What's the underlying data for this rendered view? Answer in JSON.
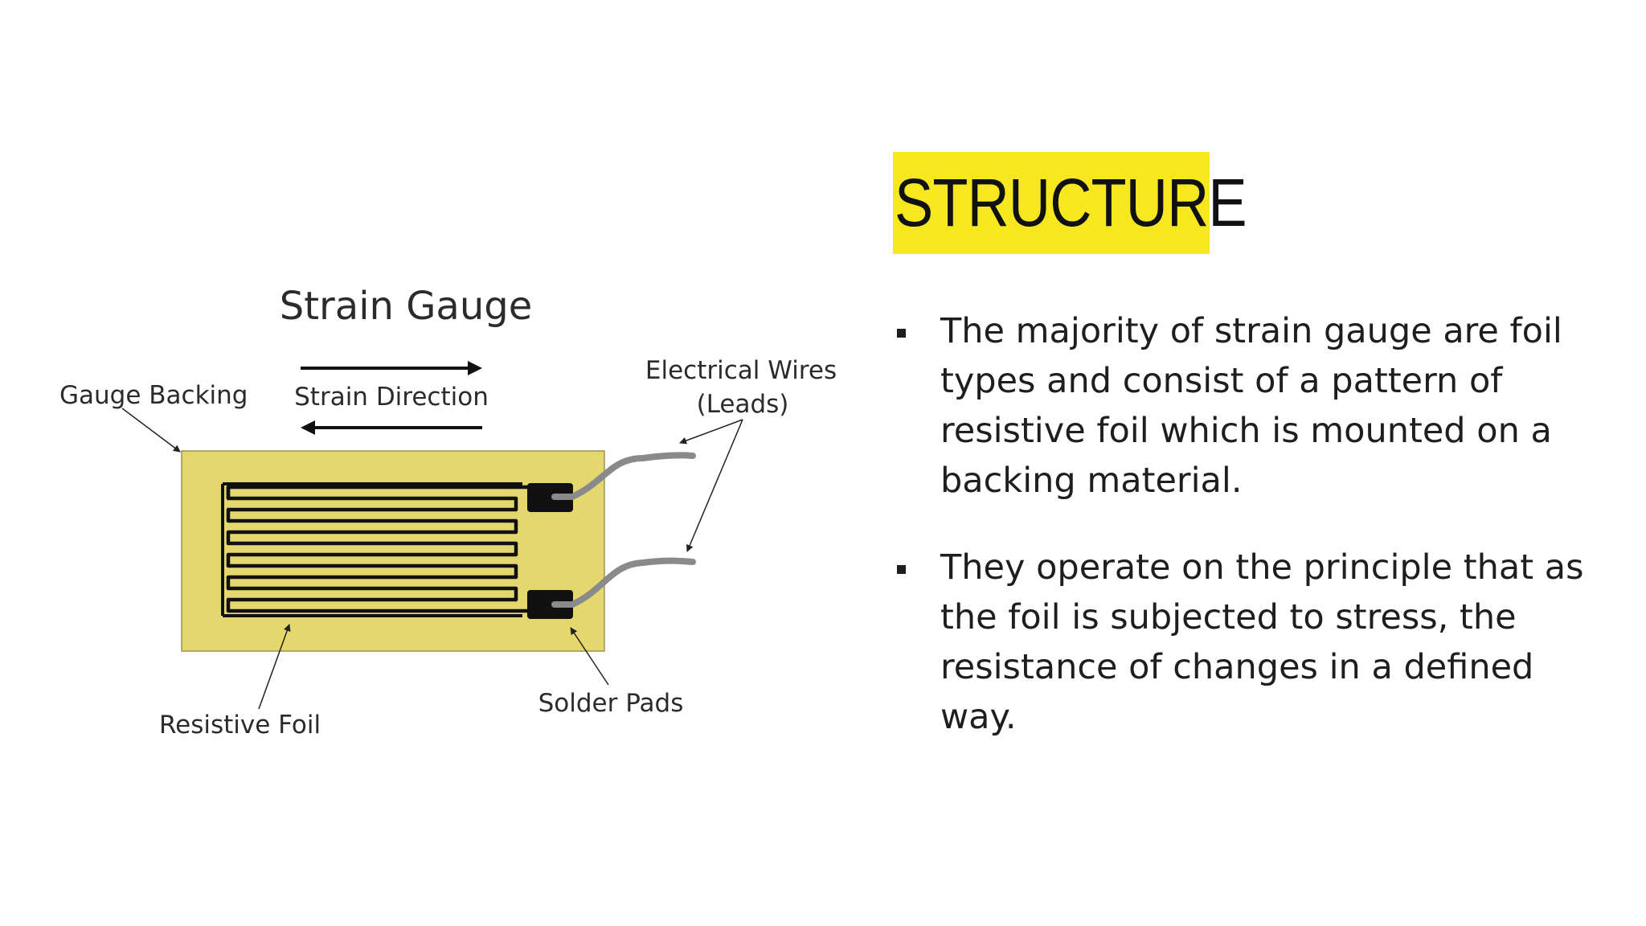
{
  "slide": {
    "title": "STRUCTURE",
    "title_highlight_color": "#f6e71f"
  },
  "diagram": {
    "title": "Strain Gauge",
    "labels": {
      "gauge_backing": "Gauge Backing",
      "strain_direction": "Strain Direction",
      "electrical_wires": "Electrical Wires",
      "leads": "(Leads)",
      "resistive_foil": "Resistive Foil",
      "solder_pads": "Solder Pads"
    },
    "colors": {
      "backing": "#e3d76e",
      "foil": "#111111",
      "wires": "#8a8a8a"
    }
  },
  "bullets": [
    "The majority of strain gauge are foil types and  consist of a pattern of resistive foil which is mounted on a backing material.",
    "They operate on the principle that as the foil is subjected to stress, the resistance of changes in a defined way."
  ]
}
